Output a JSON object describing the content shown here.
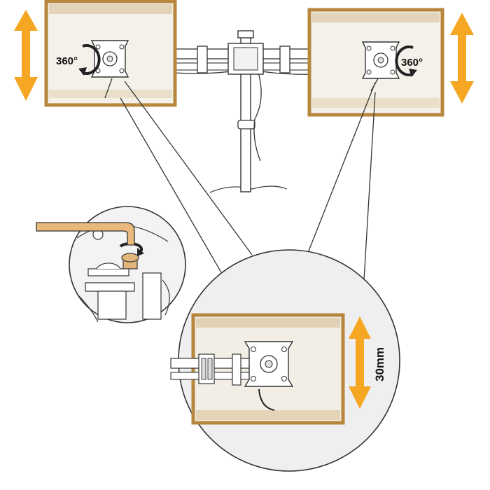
{
  "labels": {
    "rotation_left": "360°",
    "rotation_right": "360°",
    "height_adjust": "30mm"
  },
  "colors": {
    "accent_orange": "#F5A623",
    "frame_tan": "#C89B55",
    "frame_fill": "#F2EEE6",
    "line": "#333333",
    "metal": "#E6E6E6",
    "zoom_fill": "#EFEFEF"
  },
  "icons": {
    "vertical_arrow": "double-headed-arrow-icon",
    "rotate": "rotate-arrow-icon",
    "allen_key": "allen-key-icon",
    "vesa_plate": "vesa-plate-icon"
  }
}
